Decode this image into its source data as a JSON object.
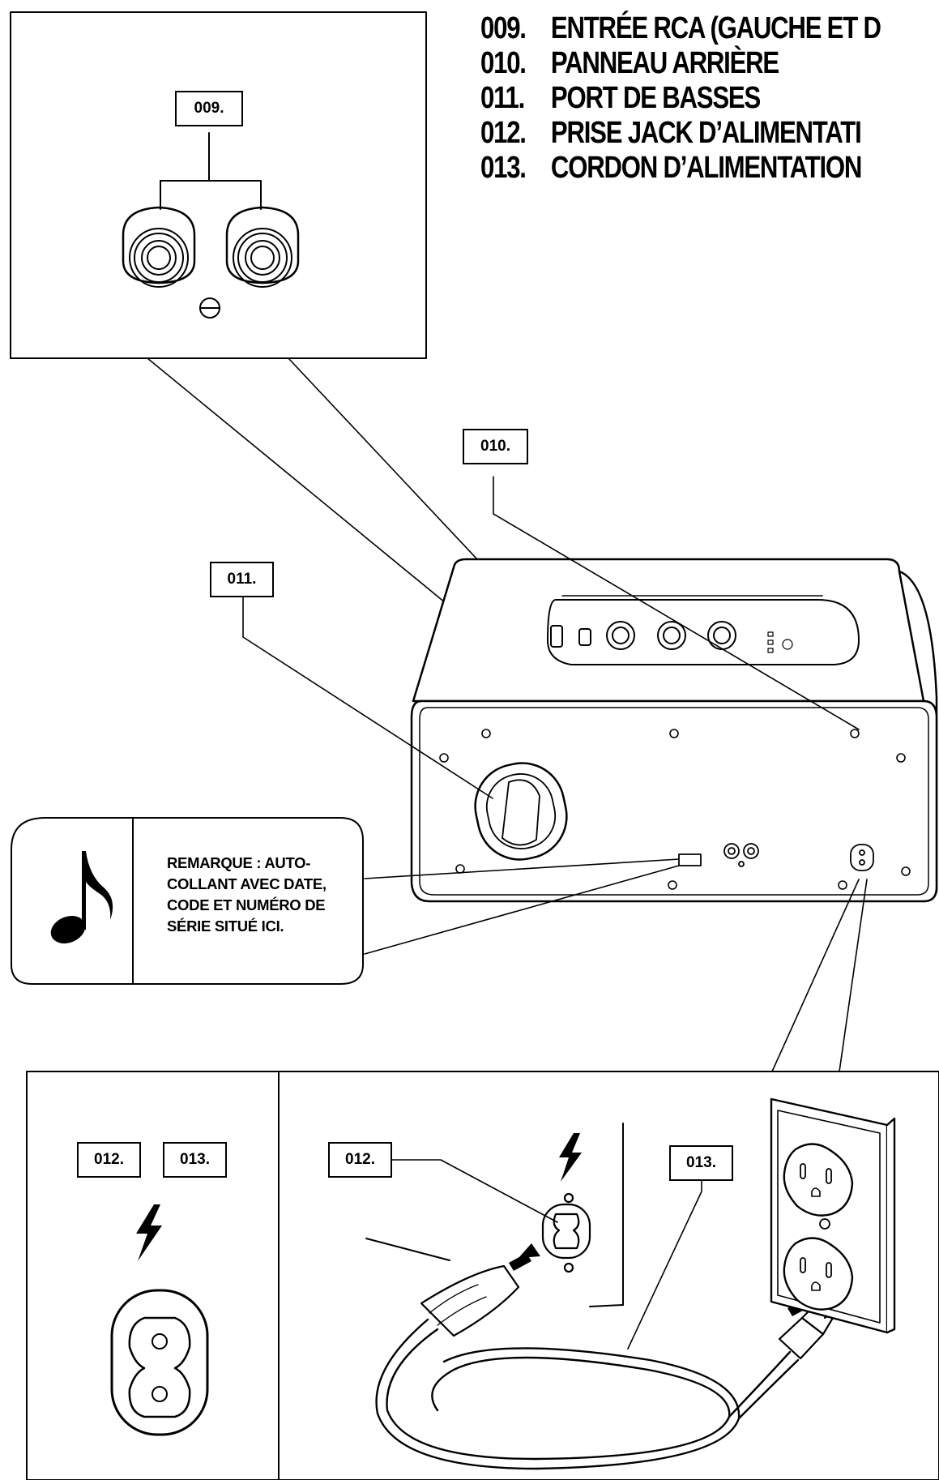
{
  "legend": [
    {
      "number": "009.",
      "label": "ENTRÉE RCA (GAUCHE ET D"
    },
    {
      "number": "010.",
      "label": "PANNEAU ARRIÈRE"
    },
    {
      "number": "011.",
      "label": "PORT DE BASSES"
    },
    {
      "number": "012.",
      "label": "PRISE JACK D’ALIMENTATI"
    },
    {
      "number": "013.",
      "label": "CORDON D’ALIMENTATION"
    }
  ],
  "callouts": {
    "rca_inset": "009.",
    "rear_panel": "010.",
    "bass_port": "011.",
    "bottom_left_power_jack": "012.",
    "bottom_left_power_cord": "013.",
    "bottom_right_power_jack": "012.",
    "bottom_right_power_cord": "013."
  },
  "note": {
    "icon": "music-note-icon",
    "text": "REMARQUE : AUTO-COLLANT AVEC DATE, CODE ET NUMÉRO DE SÉRIE SITUÉ ICI."
  },
  "icons": [
    "lightning-bolt-icon",
    "music-note-icon",
    "power-socket-icon",
    "wall-outlet-icon",
    "power-plug-icon"
  ]
}
